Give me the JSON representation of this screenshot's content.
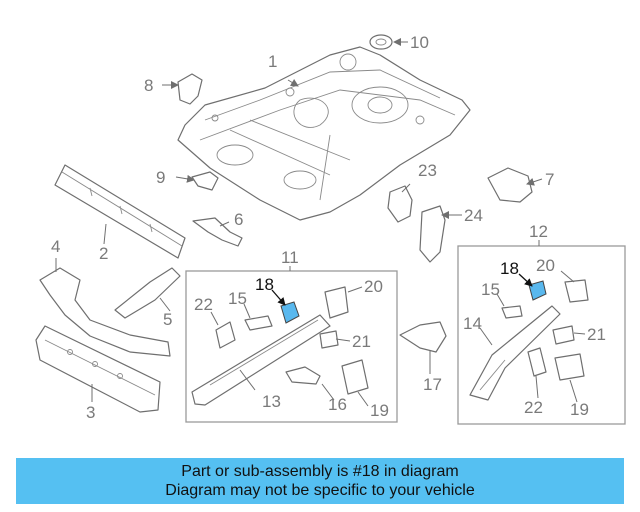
{
  "diagram": {
    "highlight_color": "#59b8ee",
    "callouts": {
      "c1": "1",
      "c2": "2",
      "c3": "3",
      "c4": "4",
      "c5": "5",
      "c6": "6",
      "c7": "7",
      "c8": "8",
      "c9": "9",
      "c10": "10",
      "c11": "11",
      "c12": "12",
      "c13": "13",
      "c14": "14",
      "c15a": "15",
      "c15b": "15",
      "c16": "16",
      "c17": "17",
      "c18a": "18",
      "c18b": "18",
      "c19a": "19",
      "c19b": "19",
      "c20a": "20",
      "c20b": "20",
      "c21a": "21",
      "c21b": "21",
      "c22a": "22",
      "c22b": "22",
      "c23": "23",
      "c24": "24"
    }
  },
  "banner": {
    "background": "#55c0f2",
    "line1": "Part or sub-assembly is #18 in diagram",
    "line2": "Diagram may not be specific to your vehicle"
  }
}
